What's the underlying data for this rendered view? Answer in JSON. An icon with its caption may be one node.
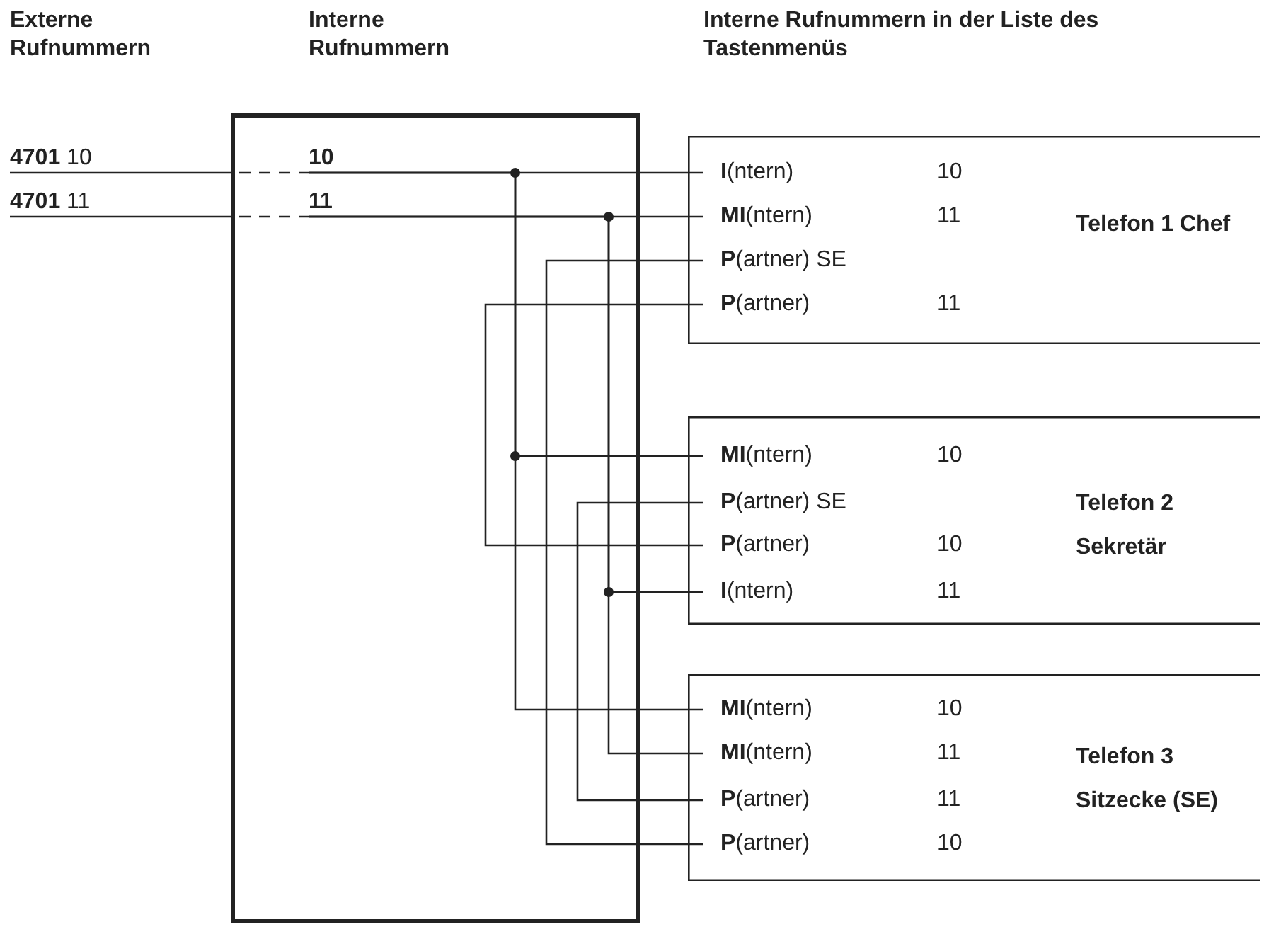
{
  "diagram": {
    "nodes": [
      {
        "text": [
          "**4701** 10"
        ]
      },
      {
        "text": [
          "**4701** 11"
        ]
      },
      {
        "text": [],
        "shape": "box"
      },
      {
        "text": [
          "10"
        ],
        "in": 2
      },
      {
        "text": [
          "11"
        ],
        "in": 2
      },
      {
        "text": [
          "Telefon 1 Chef"
        ]
      },
      {
        "text": [
          "**I**(ntern)",
          "10"
        ],
        "in": 5
      },
      {
        "text": [
          "**MI**(ntern)",
          "11"
        ],
        "in": 5
      },
      {
        "text": [
          "**P**(artner) SE"
        ],
        "in": 5
      },
      {
        "text": [
          "**P**(artner)",
          "11"
        ],
        "in": 5
      },
      {
        "text": [
          "Telefon 2 Sekretär"
        ]
      },
      {
        "text": [
          "**MI**(ntern)",
          "10"
        ],
        "in": 10
      },
      {
        "text": [
          "**P**(artner) SE"
        ],
        "in": 10
      },
      {
        "text": [
          "**P**(artner)",
          "10"
        ],
        "in": 10
      },
      {
        "text": [
          "**I**(ntern)",
          "11"
        ],
        "in": 10
      },
      {
        "text": [
          "Telefon 3 Sitzecke (SE)"
        ]
      },
      {
        "text": [
          "**MI**(ntern)",
          "10"
        ],
        "in": 15
      },
      {
        "text": [
          "**MI**(ntern)",
          "11"
        ],
        "in": 15
      },
      {
        "text": [
          "**P**(artner)",
          "11"
        ],
        "in": 15
      },
      {
        "text": [
          "**P**(artner)",
          "10"
        ],
        "in": 15
      }
    ],
    "edges": [
      {
        "from": 0,
        "to": 3,
        "arrow": "none",
        "style": "dashed"
      },
      {
        "from": 1,
        "to": 4,
        "arrow": "none",
        "style": "dashed"
      },
      {
        "from": 3,
        "to": 6,
        "arrow": "none"
      },
      {
        "from": 3,
        "to": 11,
        "arrow": "none"
      },
      {
        "from": 3,
        "to": 16,
        "arrow": "none"
      },
      {
        "from": 4,
        "to": 7,
        "arrow": "none"
      },
      {
        "from": 4,
        "to": 14,
        "arrow": "none"
      },
      {
        "from": 4,
        "to": 17,
        "arrow": "none"
      },
      {
        "from": 9,
        "to": 13,
        "arrow": "none"
      },
      {
        "from": 8,
        "to": 19,
        "arrow": "none"
      },
      {
        "from": 12,
        "to": 18,
        "arrow": "none"
      }
    ],
    "labels": [
      "Externe Rufnummern",
      "Interne Rufnummern",
      "Interne Rufnummern in der Liste des Tastenmenüs"
    ]
  }
}
